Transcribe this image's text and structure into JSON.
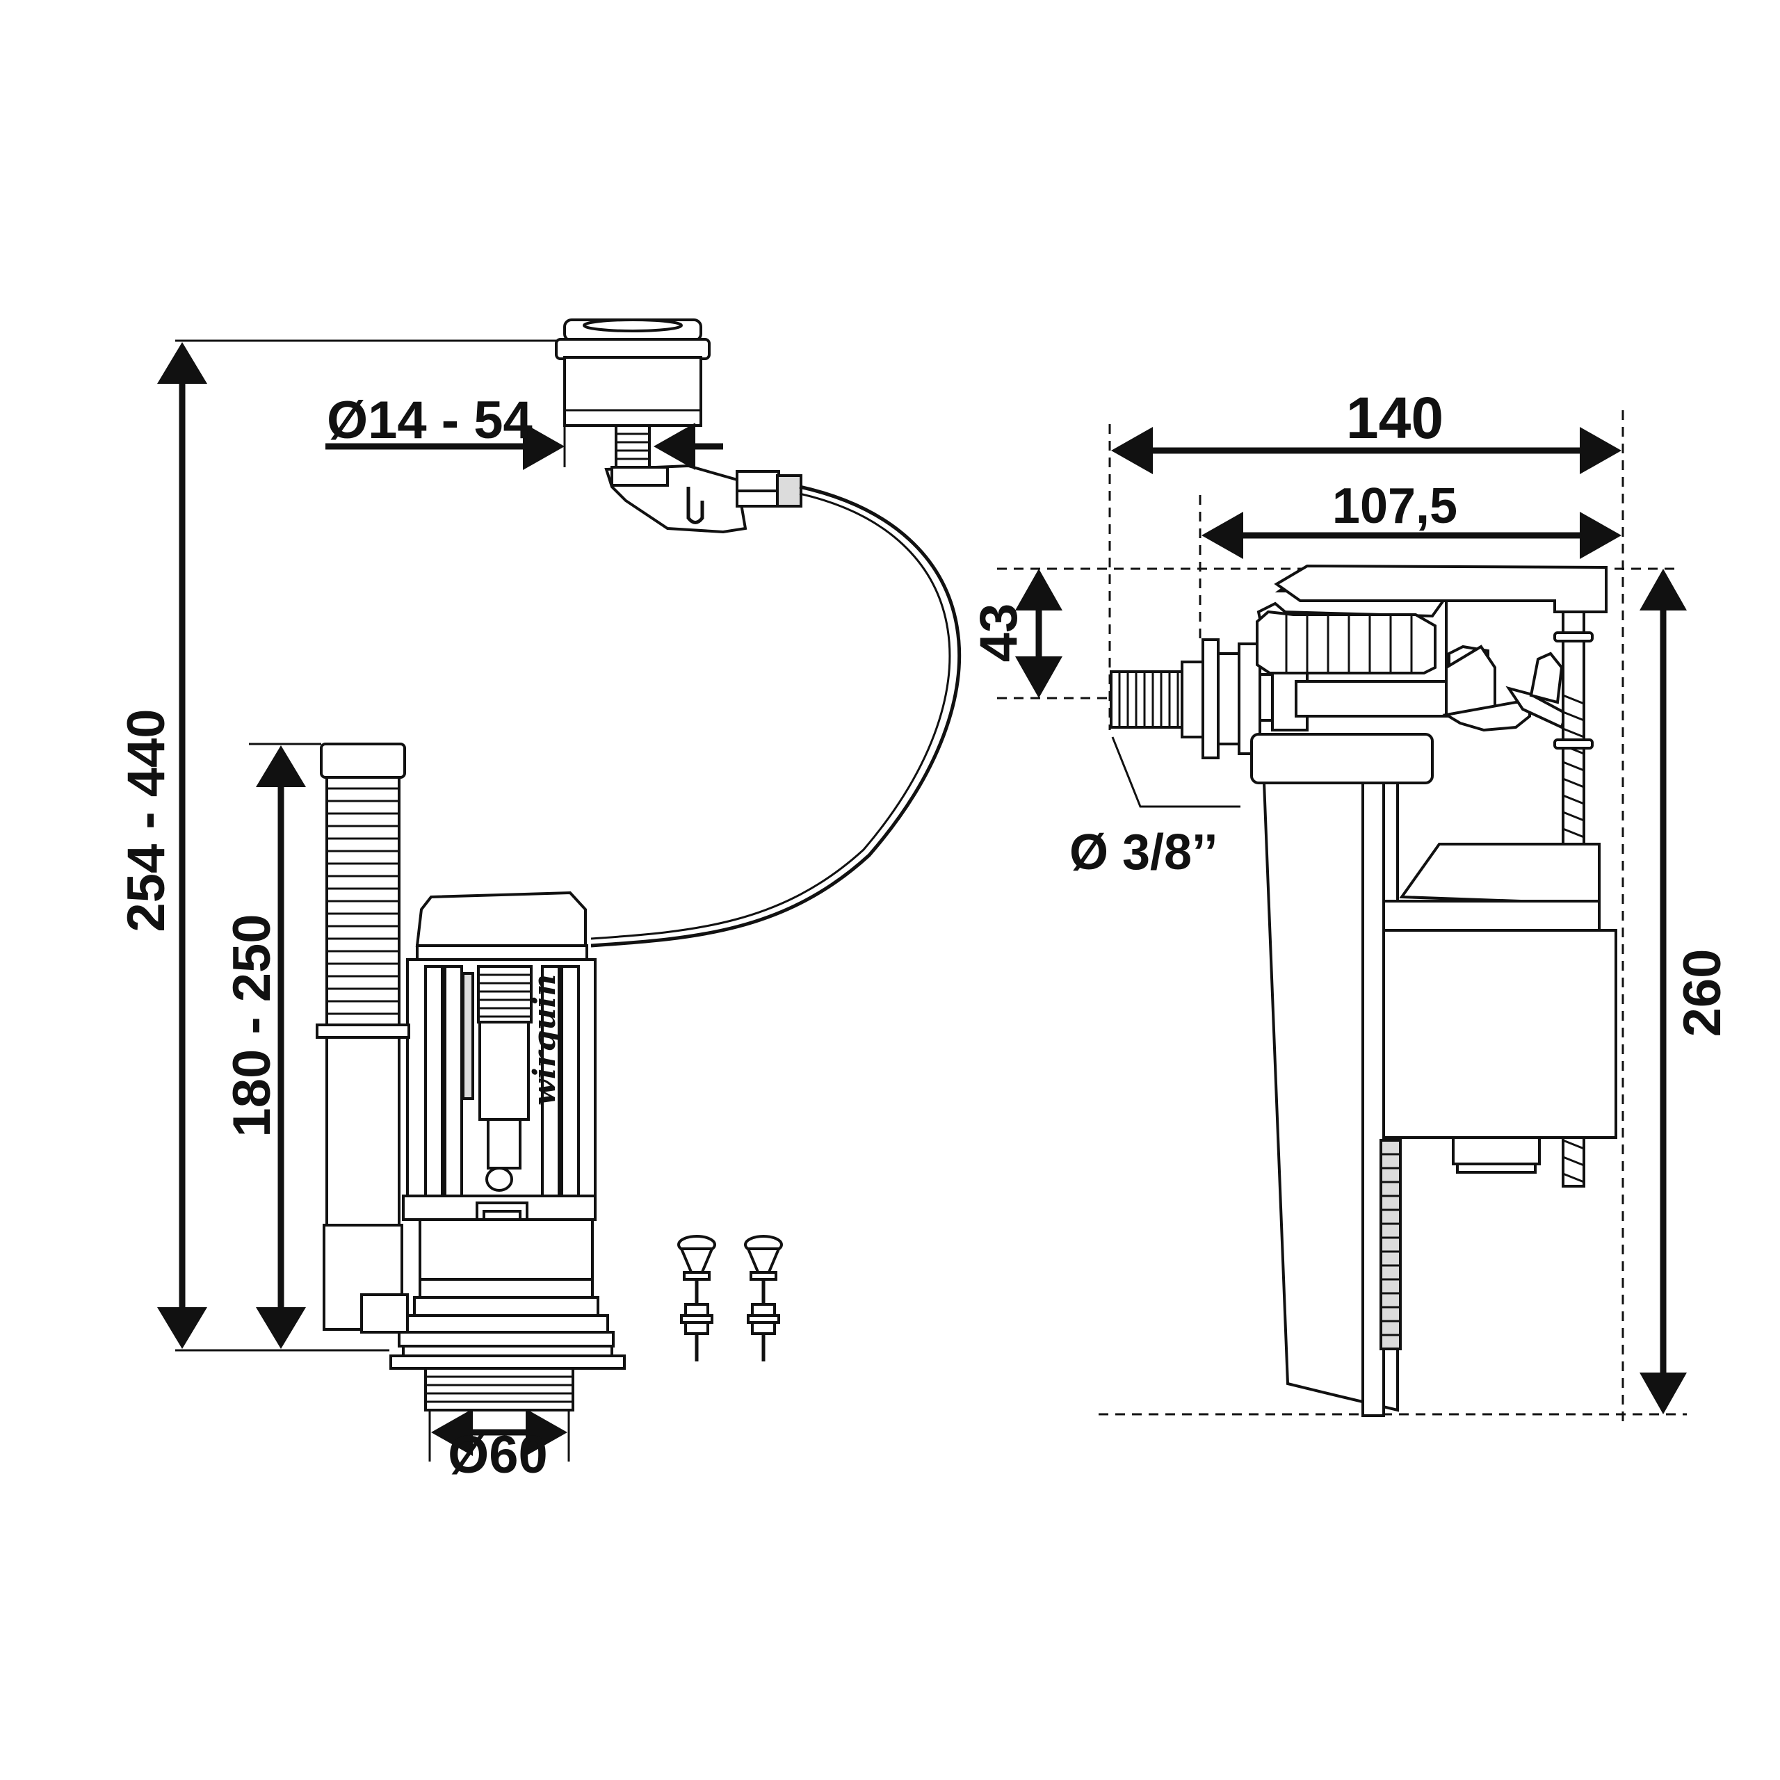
{
  "dimensions": {
    "button_diameter": "Ø14 - 54",
    "total_height": "254 - 440",
    "overflow_height": "180 - 250",
    "base_diameter": "Ø60",
    "fill_valve_width": "140",
    "fill_valve_inner_width": "107,5",
    "inlet_offset": "43",
    "inlet_thread": "Ø 3/8’’",
    "fill_valve_height": "260"
  },
  "brand_mark": "wirquin",
  "colors": {
    "line": "#111111",
    "background": "#ffffff"
  }
}
